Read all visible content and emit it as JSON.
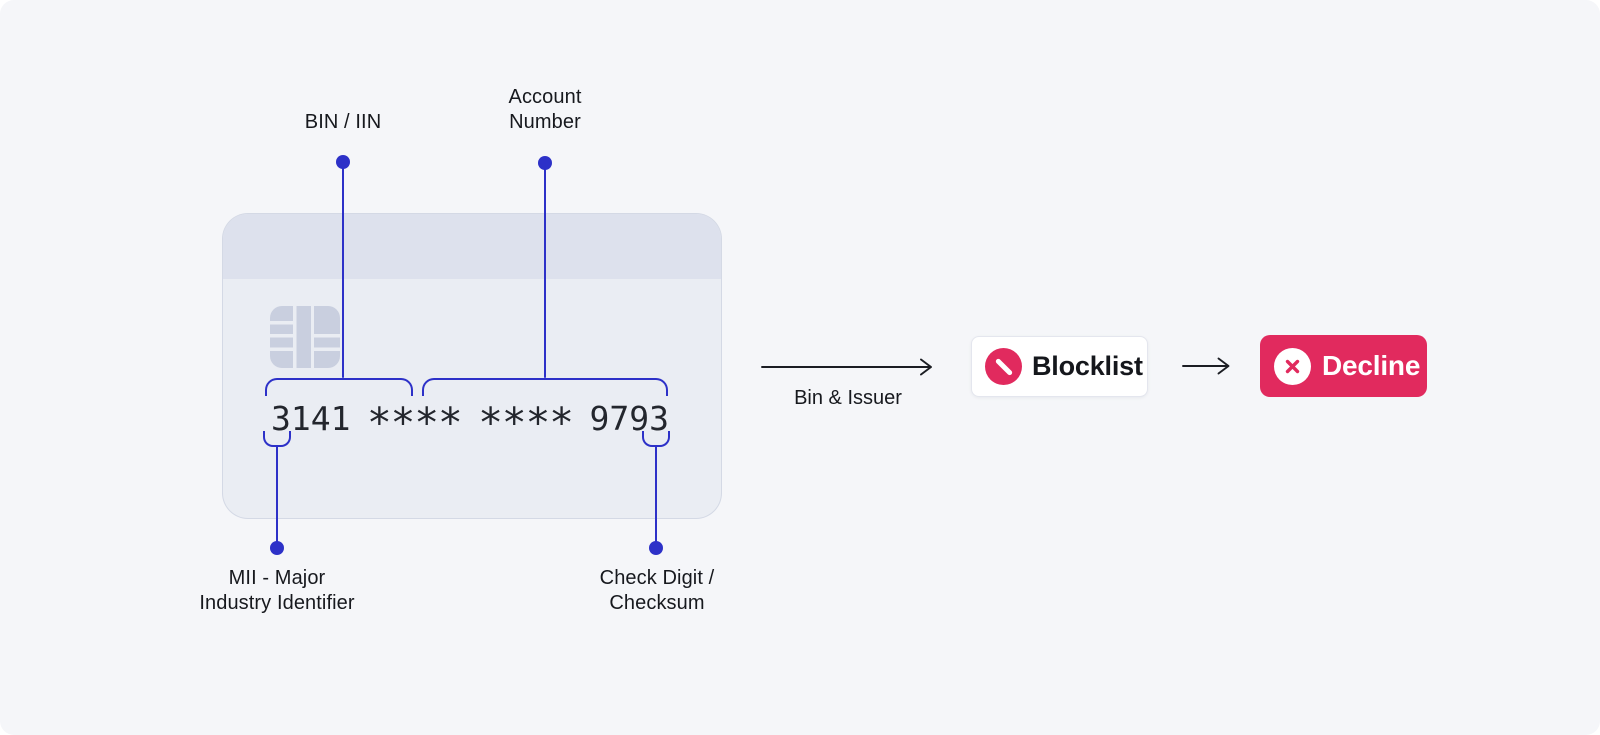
{
  "diagram": {
    "card": {
      "number_groups": [
        "3141",
        "****",
        "****",
        "9793"
      ],
      "chip_icon": "card-chip-icon"
    },
    "annotations": {
      "bin": {
        "label": "BIN / IIN"
      },
      "account": {
        "line1": "Account",
        "line2": "Number"
      },
      "mii": {
        "line1": "MII - Major",
        "line2": "Industry Identifier"
      },
      "check_digit": {
        "line1": "Check Digit /",
        "line2": "Checksum"
      }
    },
    "flow": {
      "arrow1_caption": "Bin & Issuer",
      "blocklist": {
        "label": "Blocklist",
        "icon": "block-slash-icon"
      },
      "decline": {
        "label": "Decline",
        "icon": "x-circle-icon"
      }
    },
    "colors": {
      "background": "#f5f6f9",
      "card_body": "#eaedf3",
      "card_band": "#dde1ed",
      "chip": "#c9cfdf",
      "annotation_blue": "#2d31c8",
      "accent_pink": "#e12a5e",
      "text": "#17191e"
    }
  }
}
